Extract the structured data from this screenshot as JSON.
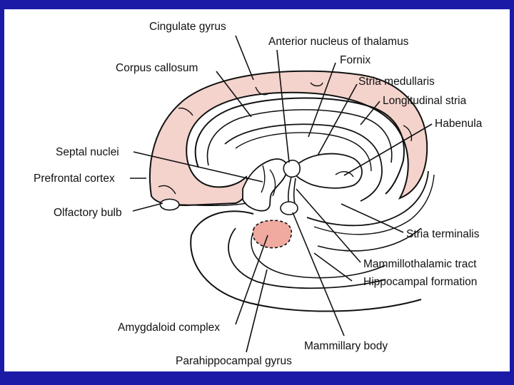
{
  "colors": {
    "frame": "#1a1aa6",
    "limbic_fill": "#f4d3cc",
    "amygdala_fill": "#f0aaa0",
    "ink": "#111111"
  },
  "labels": {
    "cingulate_gyrus": "Cingulate gyrus",
    "anterior_nucleus": "Anterior nucleus of thalamus",
    "corpus_callosum": "Corpus callosum",
    "fornix": "Fornix",
    "stria_medullaris": "Stria medullaris",
    "longitudinal_stria": "Longitudinal stria",
    "habenula": "Habenula",
    "septal_nuclei": "Septal nuclei",
    "prefrontal_cortex": "Prefrontal cortex",
    "olfactory_bulb": "Olfactory bulb",
    "stria_terminalis": "Stria terminalis",
    "mammillothalamic_tract": "Mammillothalamic tract",
    "hippocampal_formation": "Hippocampal formation",
    "amygdaloid_complex": "Amygdaloid complex",
    "mammillary_body": "Mammillary body",
    "parahippocampal_gyrus": "Parahippocampal gyrus"
  }
}
